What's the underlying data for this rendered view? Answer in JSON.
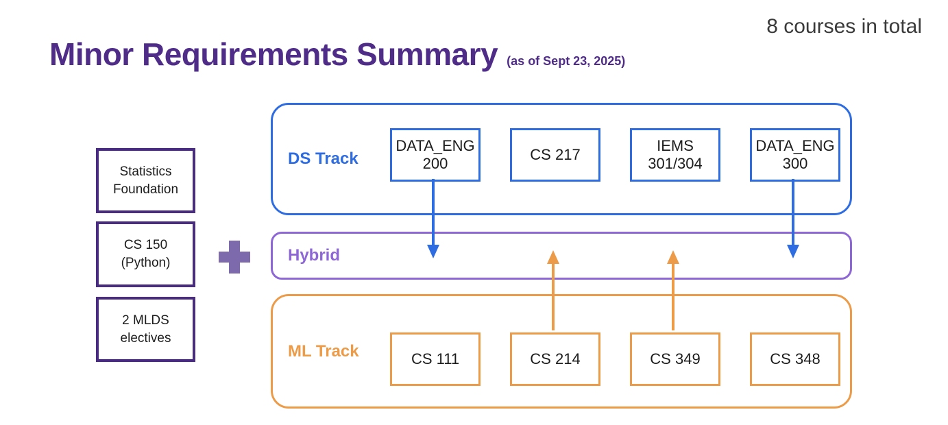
{
  "header": {
    "title": "Minor Requirements Summary",
    "caption": "(as of Sept 23, 2025)",
    "total_note": "8 courses in total"
  },
  "foundation": {
    "items": [
      {
        "label": "Statistics\nFoundation"
      },
      {
        "label": "CS 150\n(Python)"
      },
      {
        "label": "2 MLDS\nelectives"
      }
    ]
  },
  "plus_icon": "plus",
  "tracks": {
    "ds": {
      "label": "DS Track",
      "courses": [
        {
          "label": "DATA_ENG\n200"
        },
        {
          "label": "CS 217"
        },
        {
          "label": "IEMS\n301/304"
        },
        {
          "label": "DATA_ENG\n300"
        }
      ]
    },
    "hybrid": {
      "label": "Hybrid"
    },
    "ml": {
      "label": "ML Track",
      "courses": [
        {
          "label": "CS 111"
        },
        {
          "label": "CS 214"
        },
        {
          "label": "CS 349"
        },
        {
          "label": "CS 348"
        }
      ]
    }
  },
  "flows": [
    {
      "from": "DATA_ENG 200",
      "to": "Hybrid",
      "direction": "down",
      "color": "#2e6ce1"
    },
    {
      "from": "DATA_ENG 300",
      "to": "Hybrid",
      "direction": "down",
      "color": "#2e6ce1"
    },
    {
      "from": "CS 214",
      "to": "Hybrid",
      "direction": "up",
      "color": "#ec9b48"
    },
    {
      "from": "CS 349",
      "to": "Hybrid",
      "direction": "up",
      "color": "#ec9b48"
    }
  ],
  "colors": {
    "title_purple": "#4e2c87",
    "foundation_border": "#4a2b82",
    "plus_purple": "#7c6aad",
    "ds_blue": "#2e6ce1",
    "hybrid_violet": "#8d67d5",
    "ml_orange": "#ec9b48",
    "note_gray": "#3a3a3a"
  }
}
